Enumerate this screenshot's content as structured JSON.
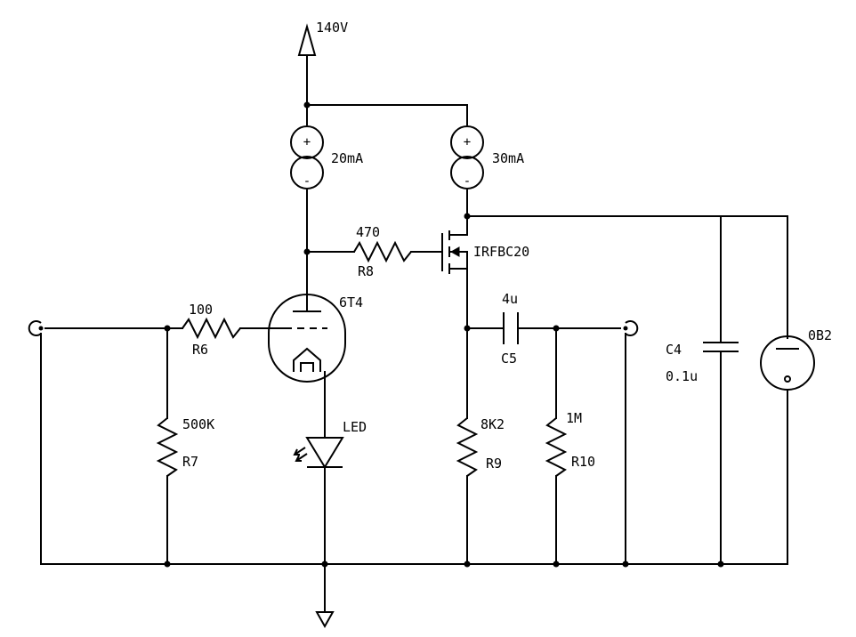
{
  "supply": {
    "label": "140V"
  },
  "ccs_left": {
    "label": "20mA",
    "plus": "+",
    "minus": "-"
  },
  "ccs_right": {
    "label": "30mA",
    "plus": "+",
    "minus": "-"
  },
  "r8": {
    "value": "470",
    "ref": "R8"
  },
  "mosfet": {
    "part": "IRFBC20"
  },
  "tube": {
    "part": "6T4"
  },
  "r6": {
    "value": "100",
    "ref": "R6"
  },
  "r7": {
    "value": "500K",
    "ref": "R7"
  },
  "led": {
    "label": "LED"
  },
  "c5": {
    "value": "4u",
    "ref": "C5"
  },
  "r9": {
    "value": "8K2",
    "ref": "R9"
  },
  "r10": {
    "value": "1M",
    "ref": "R10"
  },
  "c4": {
    "ref": "C4",
    "value": "0.1u"
  },
  "regulator": {
    "part": "0B2"
  }
}
